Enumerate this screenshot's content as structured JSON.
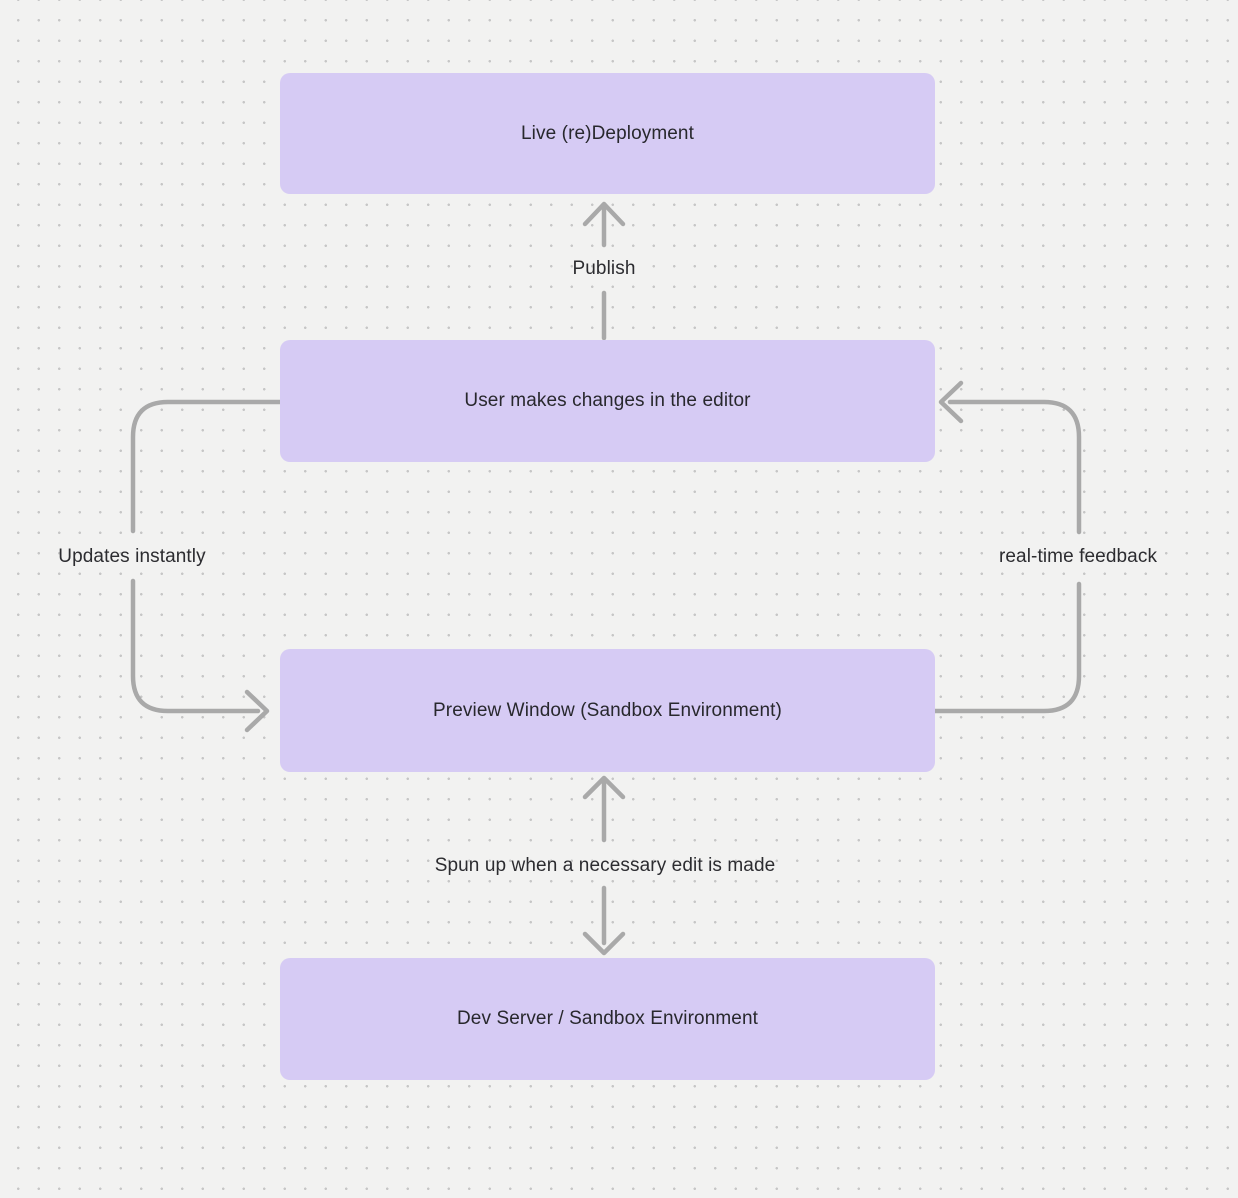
{
  "canvas": {
    "background_color": "#f2f2f1",
    "dot_color": "#c6c6c6"
  },
  "colors": {
    "node_fill": "#d6cbf4",
    "edge_stroke": "#a9a9a9",
    "text": "#28282d"
  },
  "nodes": [
    {
      "id": "live-deployment",
      "label": "Live (re)Deployment"
    },
    {
      "id": "editor",
      "label": "User makes changes in the editor"
    },
    {
      "id": "preview-window",
      "label": "Preview Window (Sandbox Environment)"
    },
    {
      "id": "dev-server",
      "label": "Dev Server / Sandbox Environment"
    }
  ],
  "edges": [
    {
      "id": "publish",
      "label": "Publish",
      "from": "editor",
      "to": "live-deployment"
    },
    {
      "id": "updates",
      "label": "Updates instantly",
      "from": "editor",
      "to": "preview-window"
    },
    {
      "id": "feedback",
      "label": "real-time feedback",
      "from": "preview-window",
      "to": "editor"
    },
    {
      "id": "spun-up",
      "label": "Spun up when a necessary edit is made",
      "from": "dev-server",
      "to": "preview-window"
    }
  ]
}
